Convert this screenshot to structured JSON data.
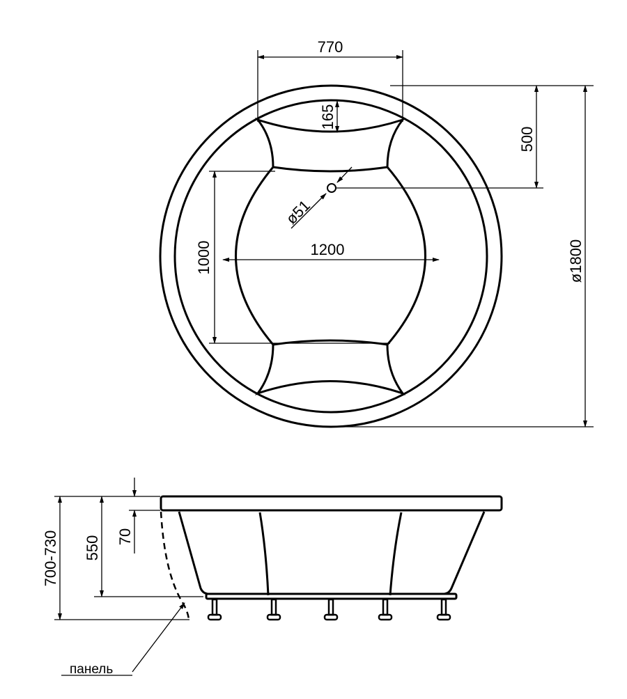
{
  "top_view": {
    "dimensions": {
      "width_seat": "770",
      "seat_depth": "165",
      "drain_offset": "500",
      "drain_diameter": "ø51",
      "bowl_length": "1000",
      "bowl_width": "1200",
      "outer_diameter": "ø1800"
    }
  },
  "side_view": {
    "dimensions": {
      "total_height": "700-730",
      "bowl_depth": "550",
      "rim_thickness": "70"
    },
    "panel_label": "панель"
  }
}
